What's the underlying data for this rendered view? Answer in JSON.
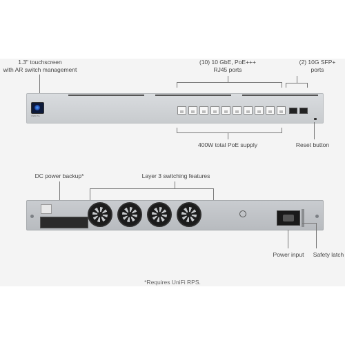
{
  "labels": {
    "touchscreen": [
      "1.3\" touchscreen",
      "with AR switch management"
    ],
    "ports": [
      "(10) 10 GbE, PoE+++",
      "RJ45 ports"
    ],
    "sfp": [
      "(2) 10G SFP+",
      "ports"
    ],
    "poe_supply": "400W total PoE supply",
    "reset": "Reset button",
    "dc_backup": "DC power backup*",
    "layer3": "Layer 3 switching features",
    "power_input": "Power input",
    "safety_latch": "Safety latch",
    "footnote": "*Requires UniFi RPS."
  },
  "device": {
    "model_text": "USW Pro",
    "rj45_port_count": 10,
    "sfp_port_count": 2,
    "fan_count": 4
  },
  "colors": {
    "panel_bg": "#f4f4f4",
    "chassis": "#c8cbce",
    "screen": "#0d1a3a",
    "fan": "#1c1c1c"
  }
}
